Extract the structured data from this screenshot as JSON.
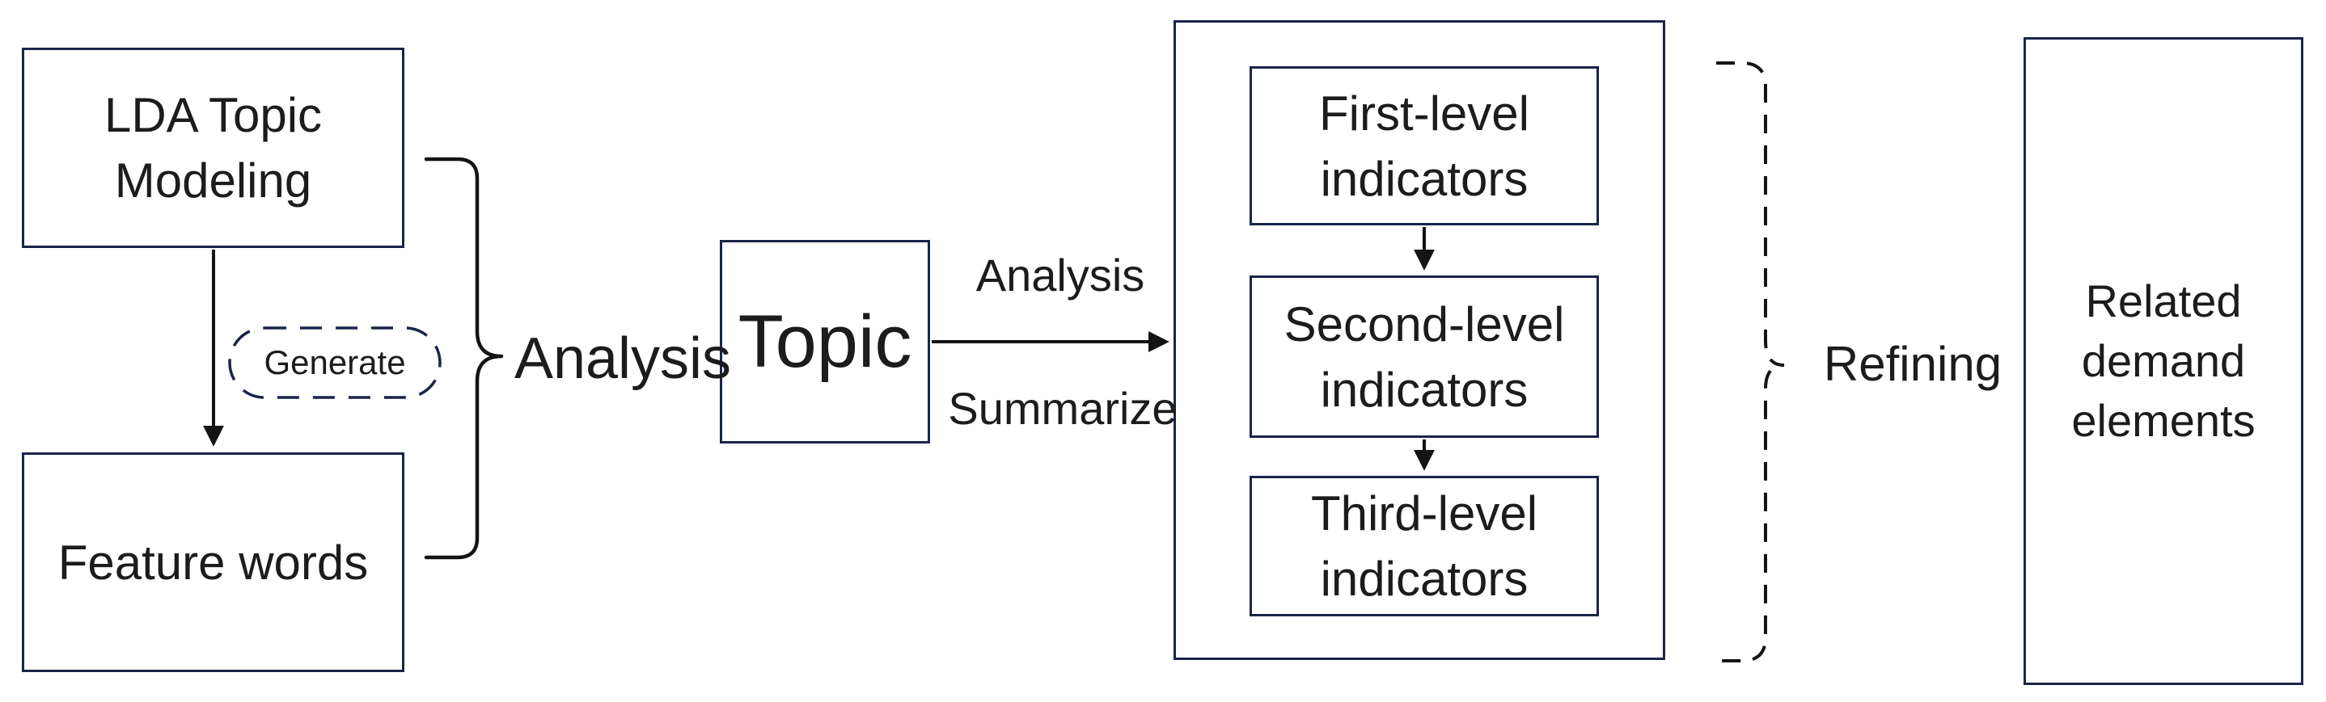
{
  "diagram": {
    "boxes": {
      "lda": {
        "label": "LDA Topic Modeling"
      },
      "feature": {
        "label": "Feature words"
      },
      "topic": {
        "label": "Topic"
      },
      "first_level": {
        "label": "First-level indicators"
      },
      "second_level": {
        "label": "Second-level indicators"
      },
      "third_level": {
        "label": "Third-level indicators"
      },
      "related": {
        "label": "Related demand elements"
      }
    },
    "labels": {
      "generate": "Generate",
      "analysis_left": "Analysis",
      "analysis_arrow": "Analysis",
      "summarize_arrow": "Summarize",
      "refining": "Refining"
    },
    "colors": {
      "box_border": "#1b2449",
      "line": "#141414",
      "text": "#1c1c1c",
      "background": "#ffffff"
    }
  }
}
